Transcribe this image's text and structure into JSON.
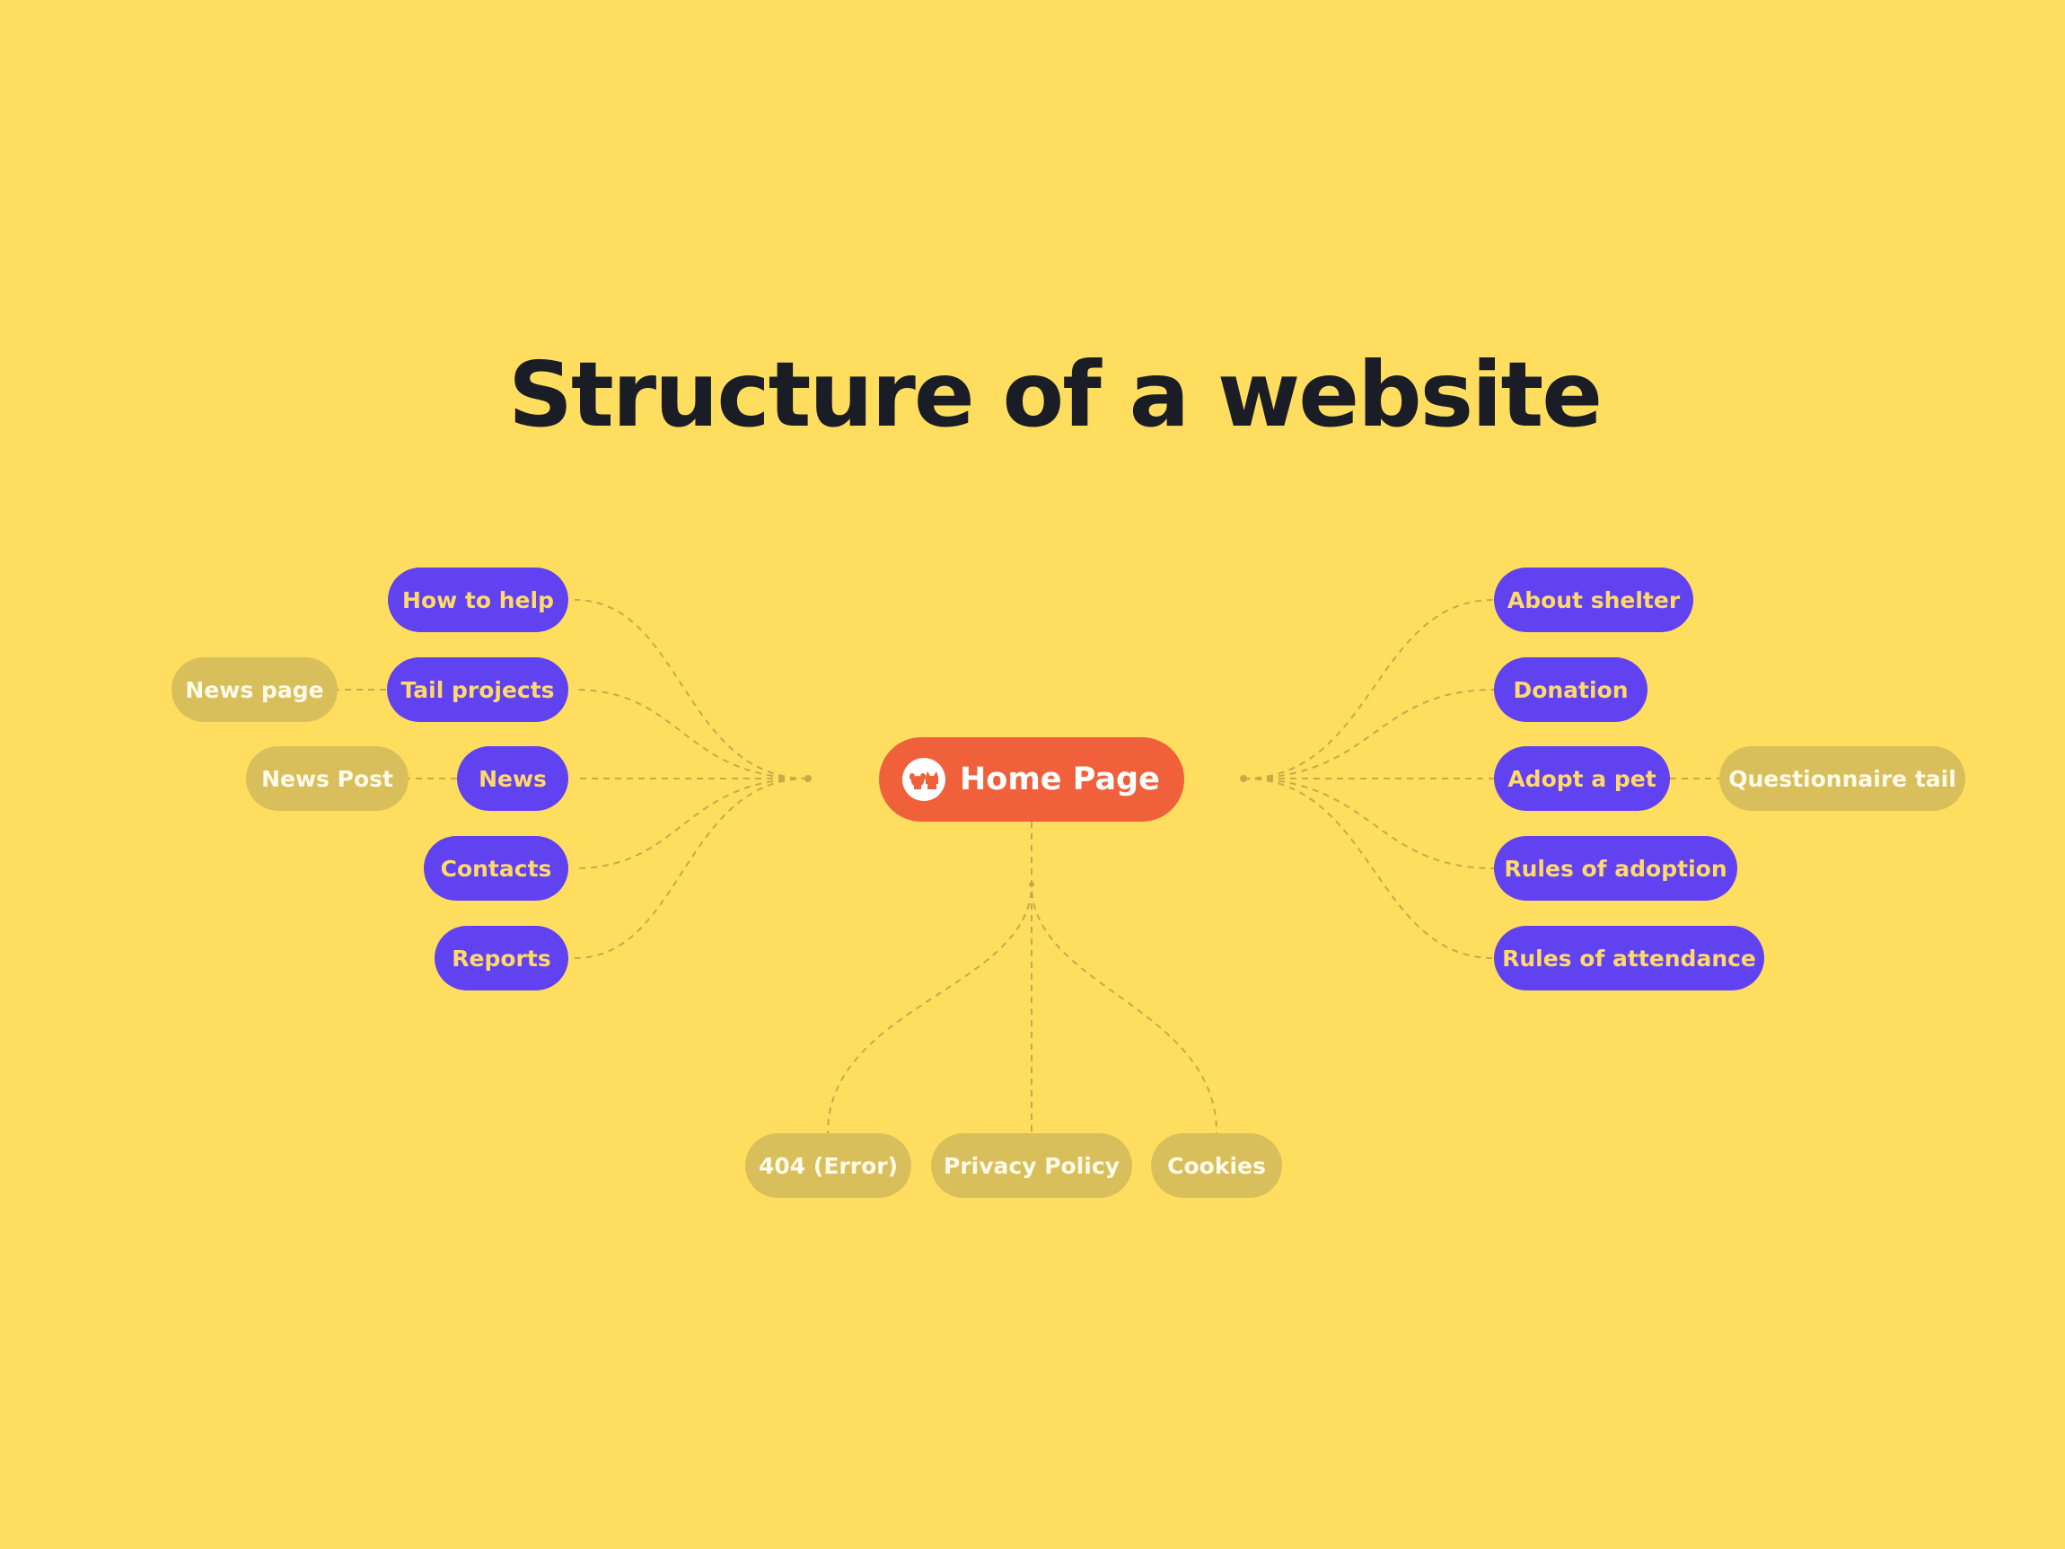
{
  "title": "Structure of a website",
  "colors": {
    "background": "#FFDE5F",
    "primary_page": "#6042F1",
    "secondary_page": "#D9BF5C",
    "home": "#F0603A",
    "connector": "#C9A947"
  },
  "home": {
    "label": "Home Page",
    "icon": "pet-logo-icon"
  },
  "left_pages": [
    {
      "label": "How to help"
    },
    {
      "label": "Tail projects",
      "child": "News page"
    },
    {
      "label": "News",
      "child": "News Post"
    },
    {
      "label": "Contacts"
    },
    {
      "label": "Reports"
    }
  ],
  "right_pages": [
    {
      "label": "About shelter"
    },
    {
      "label": "Donation"
    },
    {
      "label": "Adopt a pet",
      "child": "Questionnaire tail"
    },
    {
      "label": "Rules of adoption"
    },
    {
      "label": "Rules of attendance"
    }
  ],
  "bottom_pages": [
    {
      "label": "404 (Error)"
    },
    {
      "label": "Privacy Policy"
    },
    {
      "label": "Cookies"
    }
  ]
}
